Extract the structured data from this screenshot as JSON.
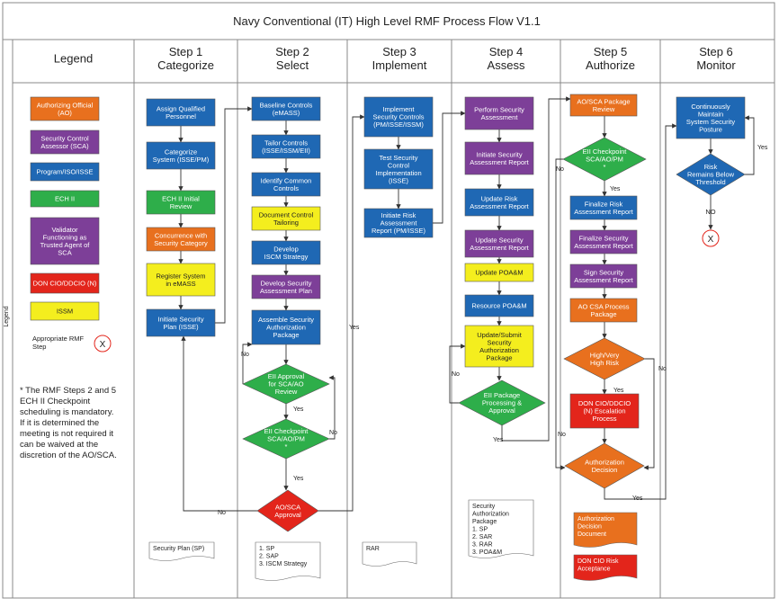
{
  "title": "Navy Conventional (IT) High Level RMF Process Flow V1.1",
  "side_label": "Legend",
  "colors": {
    "orange": "#e8701e",
    "purple": "#7d3f98",
    "blue": "#1f68b4",
    "green": "#2eae4a",
    "yellow": "#f4ee1e",
    "red": "#e3251b",
    "diamond_green": "#2eae4a",
    "diamond_orange": "#ef7420",
    "line": "#333333",
    "frame": "#888888"
  },
  "lanes": [
    {
      "title": "Legend"
    },
    {
      "title": "Step 1\nCategorize"
    },
    {
      "title": "Step 2\nSelect"
    },
    {
      "title": "Step 3\nImplement"
    },
    {
      "title": "Step 4\nAssess"
    },
    {
      "title": "Step 5\nAuthorize"
    },
    {
      "title": "Step 6\nMonitor"
    }
  ],
  "legend": [
    {
      "label": "Authorizing Official\n(AO)",
      "color": "orange"
    },
    {
      "label": "Security Control\nAssessor (SCA)",
      "color": "purple"
    },
    {
      "label": "Program/ISO/ISSE",
      "color": "blue"
    },
    {
      "label": "ECH II",
      "color": "green"
    },
    {
      "label": "Validator\nFunctioning as\nTrusted Agent of\nSCA",
      "color": "purple"
    },
    {
      "label": "DON CIO/DDCIO (N)",
      "color": "red"
    },
    {
      "label": "ISSM",
      "color": "yellow"
    }
  ],
  "legend_end": {
    "label": "Appropriate RMF\nStep",
    "symbol": "X"
  },
  "footnote": "* The RMF Steps 2 and 5\nECH II Checkpoint\nscheduling is mandatory.\nIf it is determined the\nmeeting is not required it\ncan be waived at the\ndiscretion of the AO/SCA.",
  "nodes": [
    {
      "id": "s1a",
      "label": "Assign Qualified\nPersonnel",
      "color": "blue"
    },
    {
      "id": "s1b",
      "label": "Categorize\nSystem (ISSE/PM)",
      "color": "blue"
    },
    {
      "id": "s1c",
      "label": "ECH II Initial\nReview",
      "color": "green"
    },
    {
      "id": "s1d",
      "label": "Concurrence with\nSecurity Category",
      "color": "orange"
    },
    {
      "id": "s1e",
      "label": "Register System\nin eMASS",
      "color": "yellow"
    },
    {
      "id": "s1f",
      "label": "Initiate Security\nPlan (ISSE)",
      "color": "blue"
    },
    {
      "id": "s2a",
      "label": "Baseline Controls\n(eMASS)",
      "color": "blue"
    },
    {
      "id": "s2b",
      "label": "Tailor Controls\n(ISSE/ISSM/EII)",
      "color": "blue"
    },
    {
      "id": "s2c",
      "label": "Identify Common\nControls",
      "color": "blue"
    },
    {
      "id": "s2d",
      "label": "Document Control\nTailoring",
      "color": "yellow"
    },
    {
      "id": "s2e",
      "label": "Develop\nISCM Strategy",
      "color": "blue"
    },
    {
      "id": "s2f",
      "label": "Develop Security\nAssessment Plan",
      "color": "purple"
    },
    {
      "id": "s2g",
      "label": "Assemble Security\nAuthorization\nPackage",
      "color": "blue"
    },
    {
      "id": "s2h",
      "label": "EII Approval\nfor SCA/AO\nReview",
      "color": "green",
      "shape": "diamond"
    },
    {
      "id": "s2i",
      "label": "EII Checkpoint\nSCA/AO/PM\n*",
      "color": "green",
      "shape": "diamond"
    },
    {
      "id": "s2j",
      "label": "AO/SCA\nApproval",
      "color": "red",
      "shape": "diamond"
    },
    {
      "id": "s3a",
      "label": "Implement\nSecurity Controls\n(PM/ISSE/ISSM)",
      "color": "blue"
    },
    {
      "id": "s3b",
      "label": "Test Security\nControl\nImplementation\n(ISSE)",
      "color": "blue"
    },
    {
      "id": "s3c",
      "label": "Initiate Risk\nAssessment\nReport (PM/ISSE)",
      "color": "blue"
    },
    {
      "id": "s4a",
      "label": "Perform Security\nAssessment",
      "color": "purple"
    },
    {
      "id": "s4b",
      "label": "Initiate Security\nAssessment Report",
      "color": "purple"
    },
    {
      "id": "s4c",
      "label": "Update Risk\nAssessment Report",
      "color": "blue"
    },
    {
      "id": "s4d",
      "label": "Update Security\nAssessment Report",
      "color": "purple"
    },
    {
      "id": "s4e",
      "label": "Update POA&M",
      "color": "yellow"
    },
    {
      "id": "s4f",
      "label": "Resource POA&M",
      "color": "blue"
    },
    {
      "id": "s4g",
      "label": "Update/Submit\nSecurity\nAuthorization\nPackage",
      "color": "yellow"
    },
    {
      "id": "s4h",
      "label": "EII Package\nProcessing &\nApproval",
      "color": "green",
      "shape": "diamond"
    },
    {
      "id": "s5a",
      "label": "AO/SCA Package\nReview",
      "color": "orange"
    },
    {
      "id": "s5b",
      "label": "EII Checkpoint\nSCA/AO/PM\n*",
      "color": "green",
      "shape": "diamond"
    },
    {
      "id": "s5c",
      "label": "Finalize Risk\nAssessment Report",
      "color": "blue"
    },
    {
      "id": "s5d",
      "label": "Finalize Security\nAssessment Report",
      "color": "purple"
    },
    {
      "id": "s5e",
      "label": "Sign Security\nAssessment Report",
      "color": "purple"
    },
    {
      "id": "s5f",
      "label": "AO CSA Process\nPackage",
      "color": "orange"
    },
    {
      "id": "s5g",
      "label": "High/Very\nHigh Risk",
      "color": "orange",
      "shape": "diamond"
    },
    {
      "id": "s5h",
      "label": "DON CIO/DDCIO\n(N) Escalation\nProcess",
      "color": "red"
    },
    {
      "id": "s5i",
      "label": "Authorization\nDecision",
      "color": "orange",
      "shape": "diamond"
    },
    {
      "id": "s6a",
      "label": "Continuously\nMaintain\nSystem Security\nPosture",
      "color": "blue"
    },
    {
      "id": "s6b",
      "label": "Risk\nRemains Below\nThreshold",
      "color": "blue",
      "shape": "diamond"
    }
  ],
  "documents": [
    {
      "id": "d1",
      "label": "Security Plan (SP)"
    },
    {
      "id": "d2",
      "label": "1.  SP\n2.  SAP\n3.  ISCM Strategy"
    },
    {
      "id": "d3",
      "label": "RAR"
    },
    {
      "id": "d4",
      "label": "Security\nAuthorization\nPackage\n1.  SP\n2.  SAR\n3.  RAR\n3.  POA&M"
    },
    {
      "id": "d5",
      "label": "Authorization\nDecision\nDocument",
      "color": "orange"
    },
    {
      "id": "d6",
      "label": "DON CIO Risk\nAcceptance",
      "color": "red"
    }
  ],
  "edge_labels": {
    "yes": "Yes",
    "no": "No"
  },
  "end_symbol": "X",
  "end_label": "NO"
}
